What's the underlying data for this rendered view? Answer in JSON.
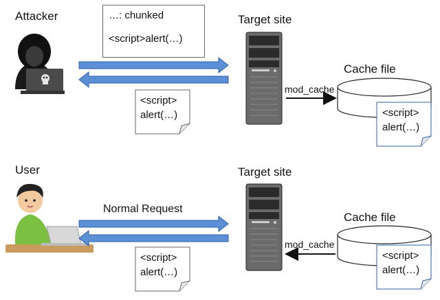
{
  "scenario_attack": {
    "actor_label": "Attacker",
    "request_note": {
      "line1": "…: chunked",
      "line2": "<script>alert(…)"
    },
    "response_note": {
      "line1": "<script>",
      "line2": "alert(…)"
    },
    "server_label": "Target site",
    "module_label": "mod_cache",
    "cache_label": "Cache file",
    "cache_note": {
      "line1": "<script>",
      "line2": "alert(…)"
    }
  },
  "scenario_victim": {
    "actor_label": "User",
    "request_label": "Normal Request",
    "response_note": {
      "line1": "<script>",
      "line2": "alert(…)"
    },
    "server_label": "Target site",
    "module_label": "mod_cache",
    "cache_label": "Cache file",
    "cache_note": {
      "line1": "<script>",
      "line2": "alert(…)"
    }
  },
  "colors": {
    "arrow_fill": "#5b8fd6",
    "arrow_stroke": "#2f5fa8",
    "server_dark": "#2b2b2b",
    "server_mid": "#6b6b6b",
    "user_shirt": "#7bc043"
  }
}
